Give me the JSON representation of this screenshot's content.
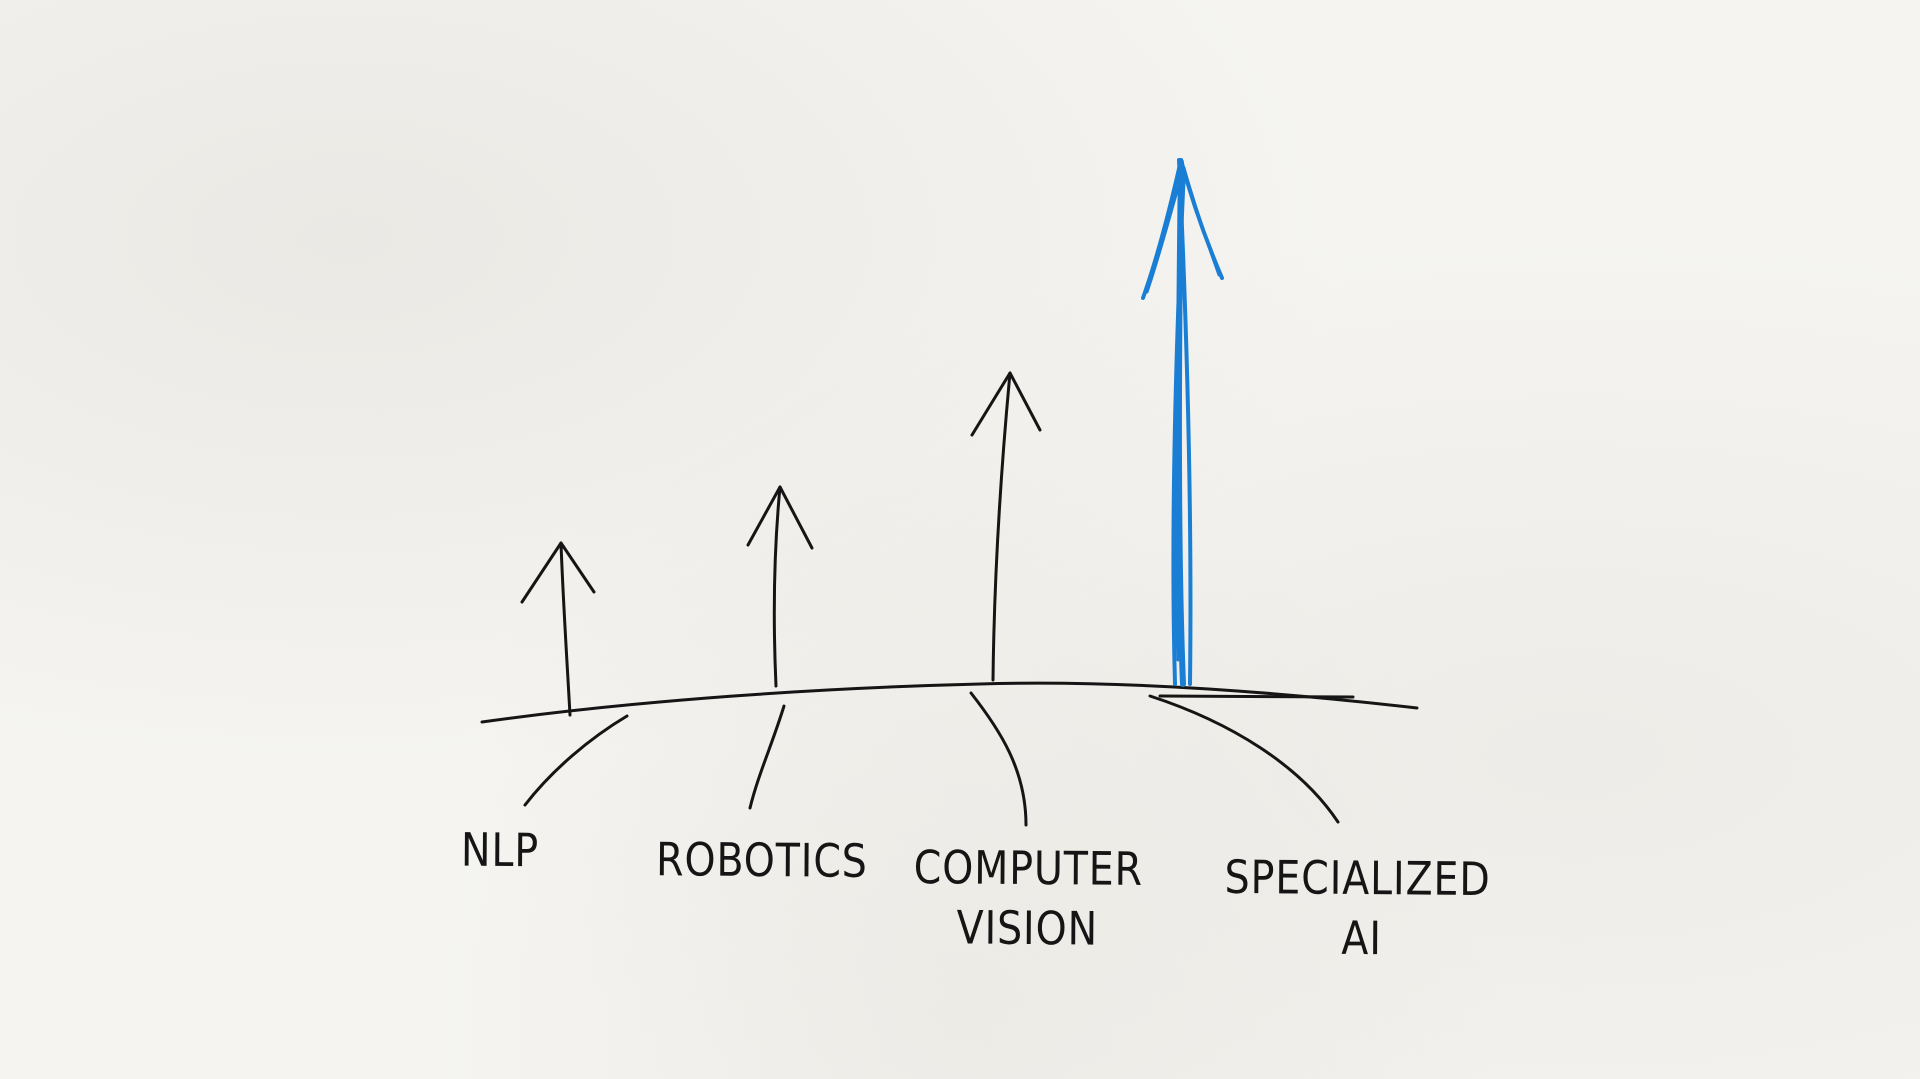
{
  "colors": {
    "paper": "#f5f4f1",
    "ink": "#151515",
    "highlight": "#1a7fd4"
  },
  "labels": {
    "nlp": "NLP",
    "robotics": "ROBOTICS",
    "computer_vision_line1": "COMPUTER",
    "computer_vision_line2": "VISION",
    "specialized_ai_line1": "SPECIALIZED",
    "specialized_ai_line2": "AI"
  },
  "highlighted_item": "specialized_ai"
}
